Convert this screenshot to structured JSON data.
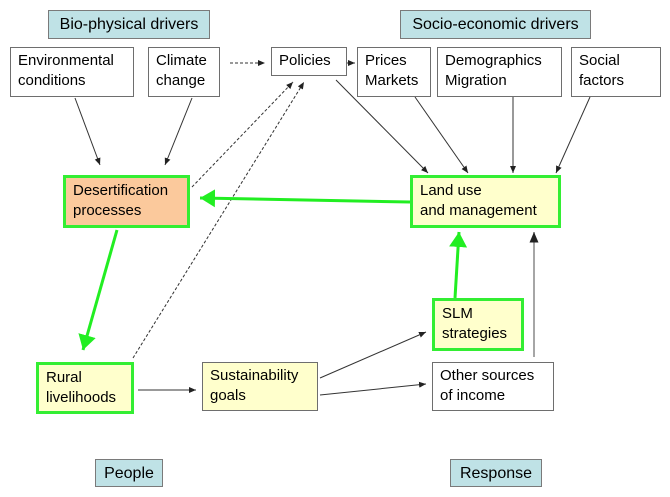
{
  "headers": {
    "biophysical": "Bio-physical drivers",
    "socioeconomic": "Socio-economic drivers",
    "people": "People",
    "response": "Response"
  },
  "nodes": {
    "environmental": [
      "Environmental",
      "conditions"
    ],
    "climate": [
      "Climate",
      "change"
    ],
    "policies": [
      "Policies"
    ],
    "prices": [
      "Prices",
      "Markets"
    ],
    "demographics": [
      "Demographics",
      "Migration"
    ],
    "social": [
      "Social",
      "factors"
    ],
    "desertification": [
      "Desertification",
      "processes"
    ],
    "landuse": [
      "Land use",
      "and management"
    ],
    "slm": [
      "SLM",
      "strategies"
    ],
    "rural": [
      "Rural",
      "livelihoods"
    ],
    "sustainability": [
      "Sustainability",
      "goals"
    ],
    "other_income": [
      "Other sources",
      "of income"
    ]
  },
  "colors": {
    "header_fill": "#bfe2e6",
    "highlight_border": "#33ee33",
    "desertification_fill": "#fbc99c",
    "yellow_fill": "#ffffcc"
  }
}
